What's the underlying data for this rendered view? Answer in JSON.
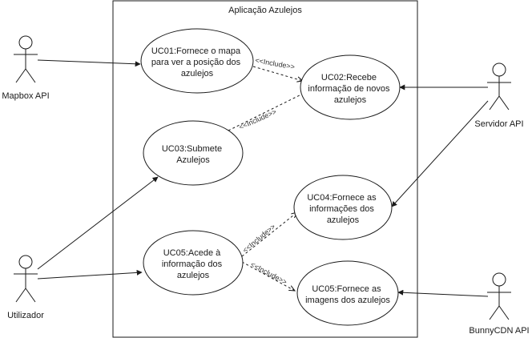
{
  "system": {
    "title": "Aplicação Azulejos"
  },
  "actors": [
    {
      "id": "mapbox",
      "label": "Mapbox API"
    },
    {
      "id": "servidor",
      "label": "Servidor API"
    },
    {
      "id": "utilizador",
      "label": "Utilizador"
    },
    {
      "id": "bunny",
      "label": "BunnyCDN API"
    }
  ],
  "use_cases": [
    {
      "id": "uc01",
      "lines": [
        "UC01:Fornece o mapa",
        "para ver a posição dos",
        "azulejos"
      ]
    },
    {
      "id": "uc02",
      "lines": [
        "UC02:Recebe",
        "informação de novos",
        "azulejos"
      ]
    },
    {
      "id": "uc03",
      "lines": [
        "UC03:Submete",
        "Azulejos"
      ]
    },
    {
      "id": "uc04",
      "lines": [
        "UC04:Fornece as",
        "informações dos",
        "azulejos"
      ]
    },
    {
      "id": "uc05a",
      "lines": [
        "UC05:Acede à",
        "informação dos",
        "azulejos"
      ]
    },
    {
      "id": "uc05b",
      "lines": [
        "UC05:Fornece as",
        "imagens dos azulejos"
      ]
    }
  ],
  "relations": {
    "include_label": "<<Include>>"
  },
  "colors": {
    "line": "#1a1a1a",
    "fill": "#ffffff"
  }
}
